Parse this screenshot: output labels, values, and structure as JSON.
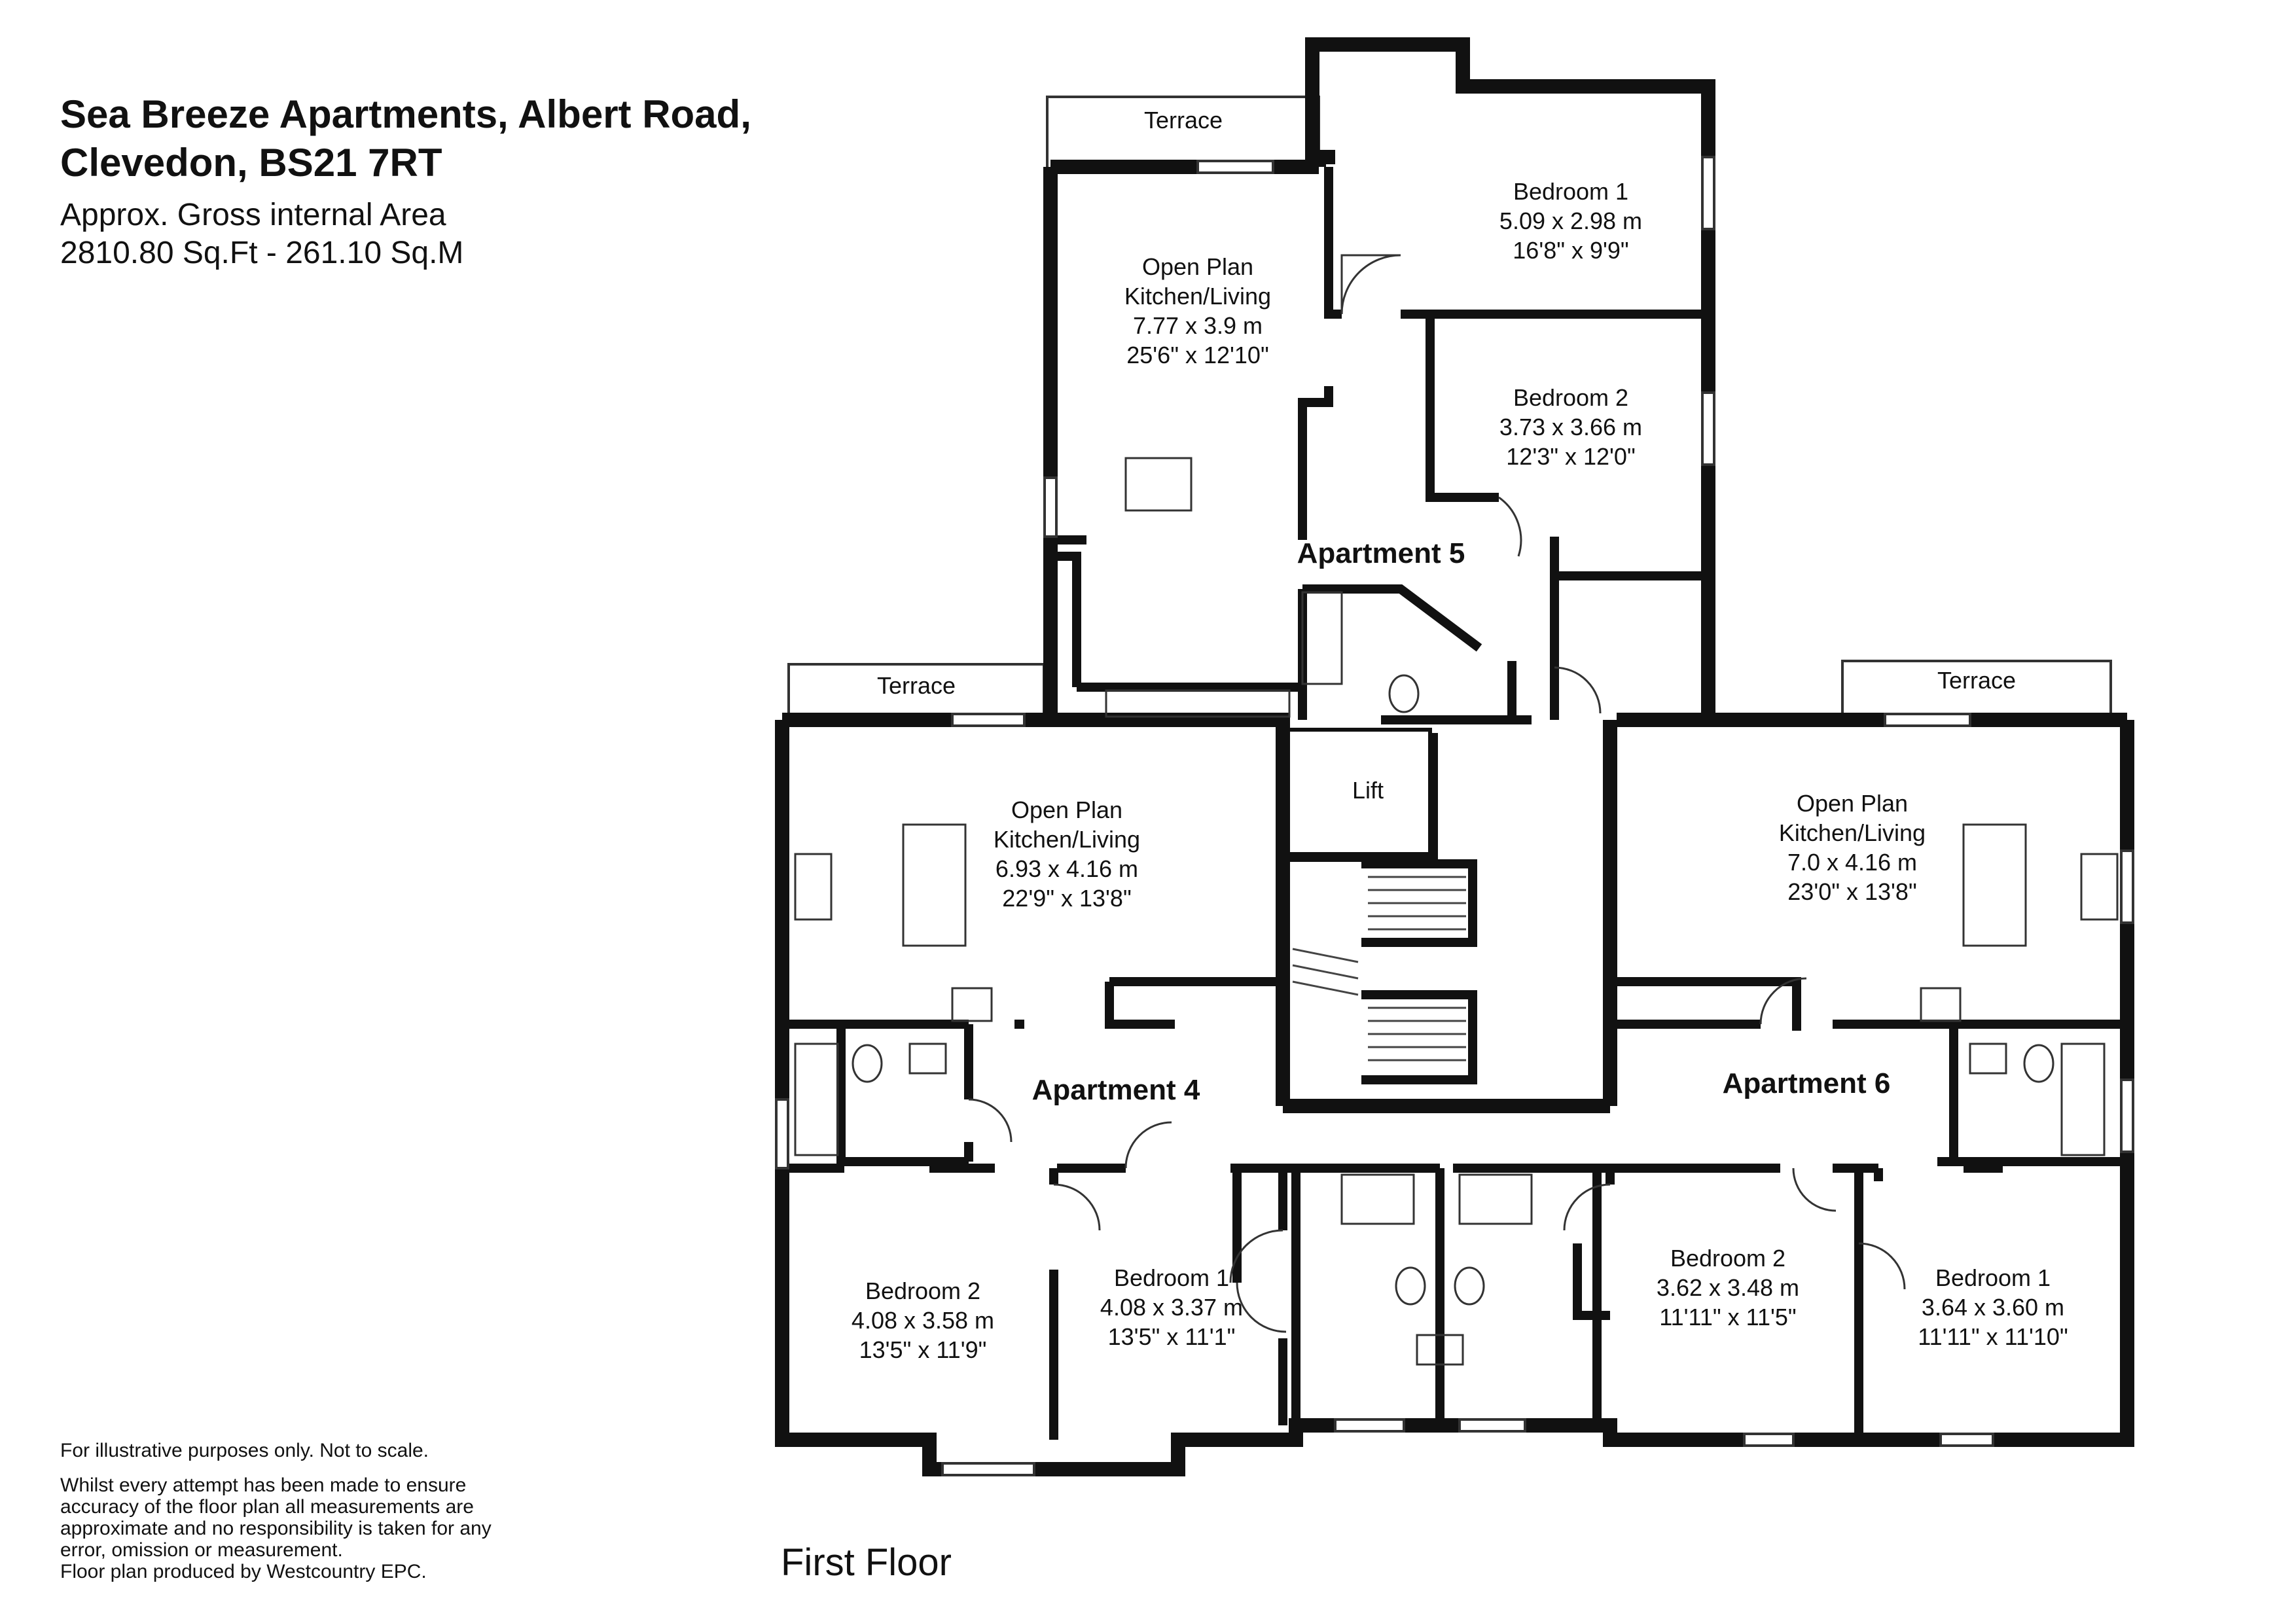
{
  "header": {
    "title_line1": "Sea Breeze Apartments, Albert Road,",
    "title_line2": "Clevedon, BS21 7RT",
    "area_line1": "Approx. Gross internal Area",
    "area_line2": "2810.80 Sq.Ft - 261.10 Sq.M"
  },
  "disclaimer": {
    "line1": "For illustrative purposes only. Not to scale.",
    "line2": "Whilst every attempt has been made to ensure accuracy of the floor plan all measurements are approximate and no responsibility is taken for any error, omission or measurement.",
    "line3": "Floor plan produced by Westcountry EPC."
  },
  "floor_label": "First Floor",
  "apartments": {
    "a4": "Apartment 4",
    "a5": "Apartment 5",
    "a6": "Apartment 6"
  },
  "labels": {
    "terrace": "Terrace",
    "lift": "Lift"
  },
  "rooms": {
    "a5_kitchen": {
      "name1": "Open Plan",
      "name2": "Kitchen/Living",
      "metric": "7.77 x 3.9 m",
      "imperial": "25'6\" x 12'10\""
    },
    "a5_bed1": {
      "name": "Bedroom 1",
      "metric": "5.09 x 2.98 m",
      "imperial": "16'8\" x 9'9\""
    },
    "a5_bed2": {
      "name": "Bedroom 2",
      "metric": "3.73 x 3.66 m",
      "imperial": "12'3\" x 12'0\""
    },
    "a4_kitchen": {
      "name1": "Open Plan",
      "name2": "Kitchen/Living",
      "metric": "6.93 x 4.16 m",
      "imperial": "22'9\" x 13'8\""
    },
    "a6_kitchen": {
      "name1": "Open Plan",
      "name2": "Kitchen/Living",
      "metric": "7.0 x 4.16 m",
      "imperial": "23'0\" x 13'8\""
    },
    "a4_bed2": {
      "name": "Bedroom 2",
      "metric": "4.08 x 3.58 m",
      "imperial": "13'5\" x 11'9\""
    },
    "a4_bed1": {
      "name": "Bedroom 1",
      "metric": "4.08 x 3.37 m",
      "imperial": "13'5\" x 11'1\""
    },
    "a6_bed2": {
      "name": "Bedroom 2",
      "metric": "3.62 x 3.48 m",
      "imperial": "11'11\" x 11'5\""
    },
    "a6_bed1": {
      "name": "Bedroom 1",
      "metric": "3.64 x 3.60 m",
      "imperial": "11'11\" x 11'10\""
    }
  }
}
